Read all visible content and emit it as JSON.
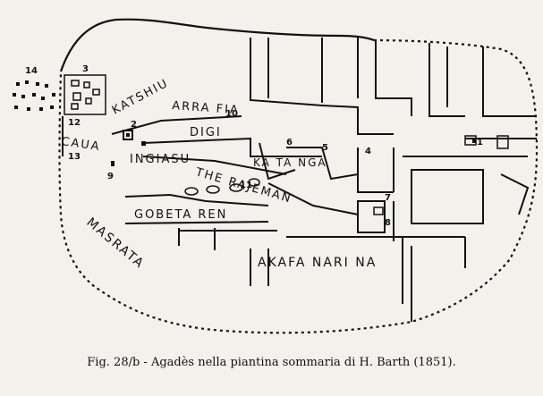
{
  "map": {
    "labels": {
      "katshiu": "KATSHIU",
      "arrafia": "ARRA FIA",
      "digi": "DIGI",
      "cauan": "CAUA",
      "ingiasu": "INGIASU",
      "katanga": "KA TA NGA",
      "therajeman": "THE RAJEMAN",
      "gobetaren": "GOBETA REN",
      "masrata": "MASRATA",
      "akafa": "AKAFA NARI NA"
    },
    "numbers": [
      "1",
      "2",
      "3",
      "4",
      "5",
      "6",
      "7",
      "8",
      "9",
      "10",
      "11",
      "12",
      "13",
      "14"
    ]
  },
  "caption": "Fig. 28/b - Agadès nella piantina sommaria di H. Barth (1851)."
}
